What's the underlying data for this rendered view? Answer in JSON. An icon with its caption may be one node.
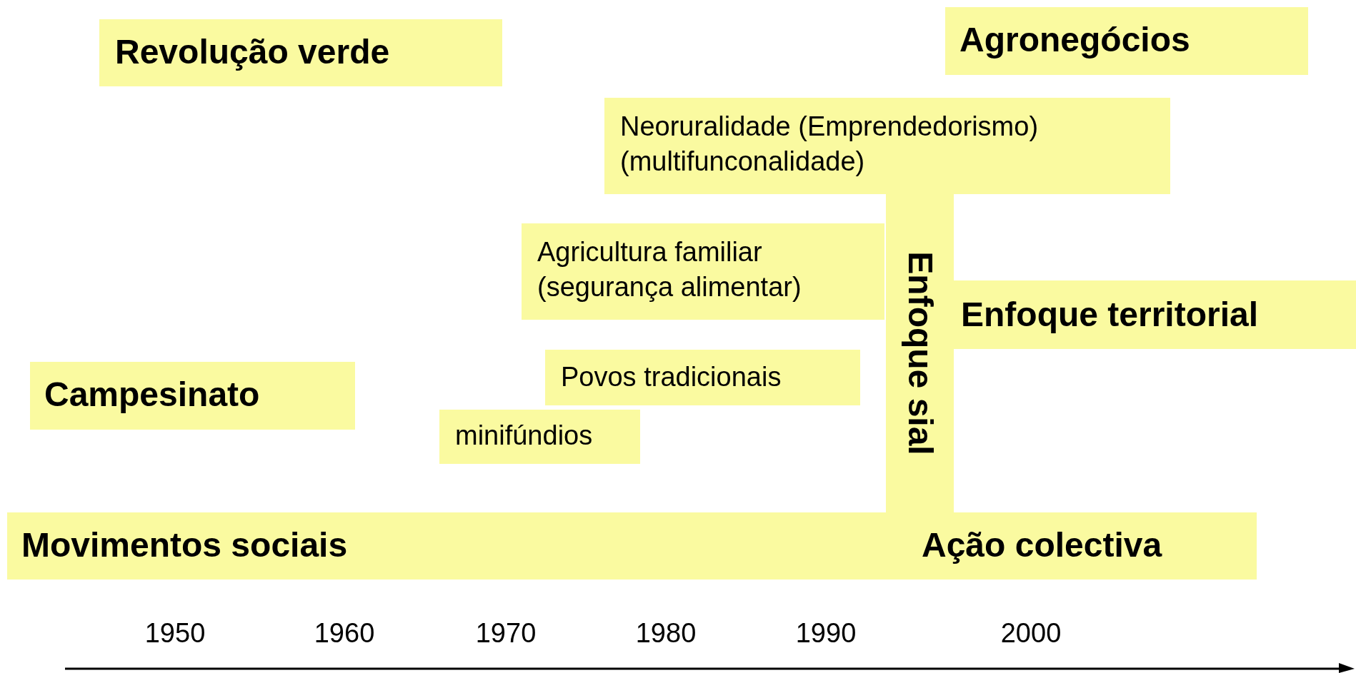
{
  "diagram": {
    "nodes": [
      {
        "text": [
          "Revolução verde"
        ]
      },
      {
        "text": [
          "Agronegócios"
        ]
      },
      {
        "text": [
          "Neoruralidade (Emprendedorismo) (multifunconalidade)"
        ]
      },
      {
        "text": [
          "Enfoque sial"
        ]
      },
      {
        "text": [
          "Agricultura familiar (segurança alimentar)"
        ]
      },
      {
        "text": [
          "Enfoque territorial"
        ]
      },
      {
        "text": [
          "Povos tradicionais"
        ]
      },
      {
        "text": [
          "Campesinato"
        ]
      },
      {
        "text": [
          "minifúndios"
        ]
      },
      {
        "text": [
          "Movimentos sociais",
          "Ação colectiva"
        ]
      }
    ],
    "edges": [],
    "labels": [
      "1950",
      "1960",
      "1970",
      "1980",
      "1990",
      "2000"
    ]
  }
}
